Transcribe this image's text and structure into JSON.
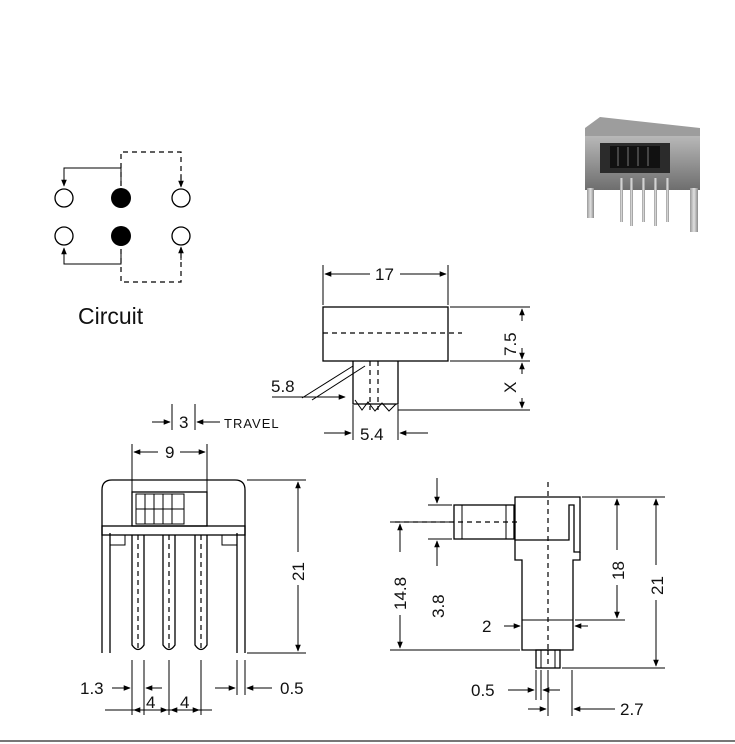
{
  "circuit": {
    "title": "Circuit"
  },
  "top_view": {
    "width_label": "17",
    "height_label": "7.5",
    "actuator_label": "X",
    "actuator_width_label": "5.4",
    "angle_label": "5.8"
  },
  "front_view": {
    "travel_value": "3",
    "travel_label": "TRAVEL",
    "slot_width_label": "9",
    "height_label": "21",
    "pin_width_label": "1.3",
    "pitch_label_1": "4",
    "pitch_label_2": "4",
    "pin_thickness_label": "0.5"
  },
  "side_view": {
    "actuator_height_label": "14.8",
    "actuator_dia_label": "3.8",
    "body_height_label": "18",
    "total_height_label": "21",
    "pin_label": "2",
    "pin_thickness_label": "0.5",
    "pin_spacing_label": "2.7"
  },
  "colors": {
    "line": "#000000",
    "photo_body": "#8a8a8a",
    "photo_dark": "#2b2b2b"
  }
}
